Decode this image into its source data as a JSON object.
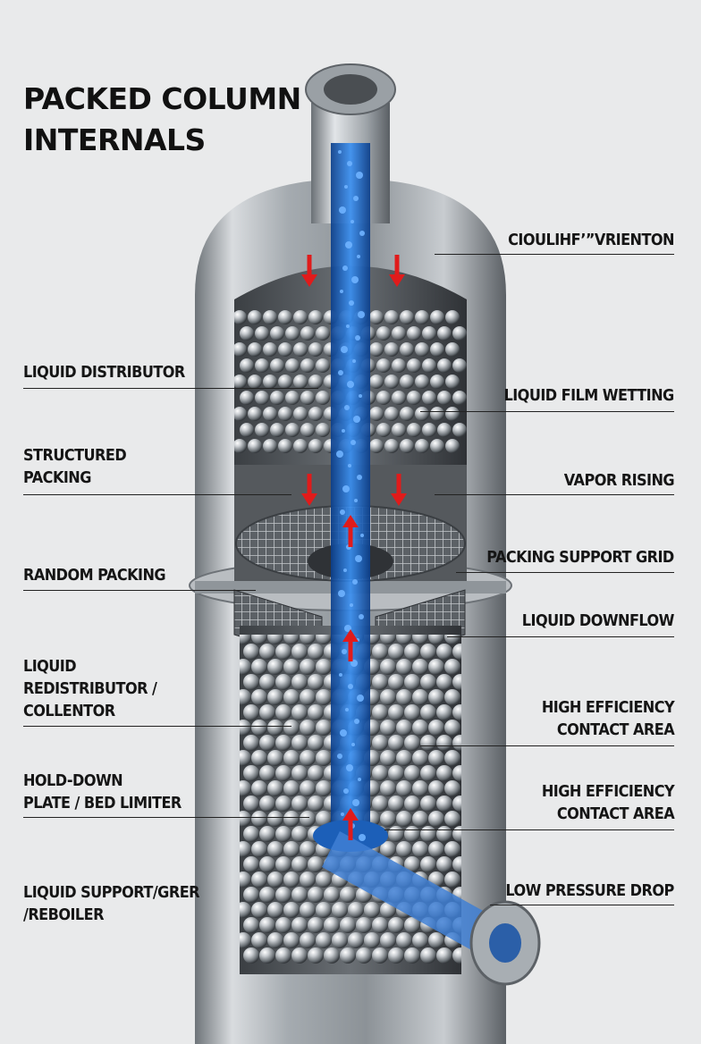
{
  "title": [
    "PACKED COLUMN",
    "INTERNALS"
  ],
  "labels_left": [
    {
      "key": "liquid_distributor",
      "lines": [
        "LIQUID DISTRIBUTOR"
      ]
    },
    {
      "key": "structured_packing",
      "lines": [
        "STRUCTURED",
        "PACKING"
      ]
    },
    {
      "key": "random_packing",
      "lines": [
        "RANDOM PACKING"
      ]
    },
    {
      "key": "liquid_redistributor",
      "lines": [
        "LIQUID",
        "REDISTRIBUTOR /",
        "COLLENTOR"
      ]
    },
    {
      "key": "hold_down_plate",
      "lines": [
        "HOLD-DOWN",
        "PLATE / BED LIMITER"
      ]
    },
    {
      "key": "liquid_support",
      "lines": [
        "LIQUID SUPPORT/GRER",
        "/REBOILER"
      ]
    }
  ],
  "labels_right": [
    {
      "key": "garbled_top",
      "lines": [
        "CIOULIHF’”VRIENTON"
      ]
    },
    {
      "key": "liquid_film_wetting",
      "lines": [
        "LIQUID FILM WETTING"
      ]
    },
    {
      "key": "vapor_rising",
      "lines": [
        "VAPOR RISING"
      ]
    },
    {
      "key": "packing_support_grid",
      "lines": [
        "PACKING SUPPORT GRID"
      ]
    },
    {
      "key": "liquid_downflow",
      "lines": [
        "LIQUID DOWNFLOW"
      ]
    },
    {
      "key": "high_efficiency_1",
      "lines": [
        "HIGH EFFICIENCY",
        "CONTACT AREA"
      ]
    },
    {
      "key": "high_efficiency_2",
      "lines": [
        "HIGH EFFICIENCY",
        "CONTACT AREA"
      ]
    },
    {
      "key": "low_pressure_drop",
      "lines": [
        "LOW PRESSURE DROP"
      ]
    }
  ],
  "colors": {
    "background": "#e9eaeb",
    "steel": "#9aa0a6",
    "liquid": "#1f6fd1",
    "arrow": "#e01b1b",
    "text": "#151515"
  }
}
